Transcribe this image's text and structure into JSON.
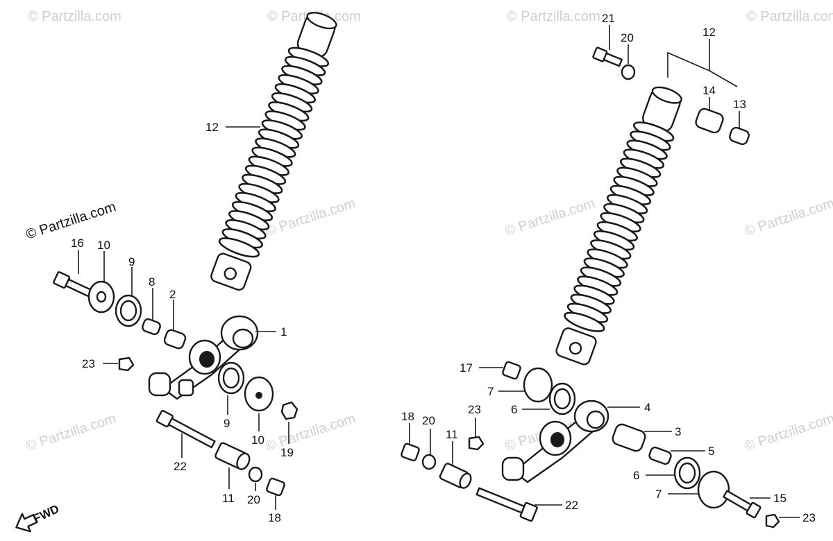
{
  "diagram": {
    "watermark_text": "© Partzilla.com",
    "copyright_text": "© Partzilla.com",
    "direction_label": "FWD",
    "callouts_left": {
      "c12": "12",
      "c16": "16",
      "c10a": "10",
      "c9a": "9",
      "c8": "8",
      "c2": "2",
      "c1": "1",
      "c23": "23",
      "c9b": "9",
      "c10b": "10",
      "c19": "19",
      "c22": "22",
      "c11": "11",
      "c20": "20",
      "c18": "18"
    },
    "callouts_right": {
      "c21": "21",
      "c20a": "20",
      "c12": "12",
      "c14": "14",
      "c13": "13",
      "c17": "17",
      "c7a": "7",
      "c6a": "6",
      "c4": "4",
      "c3": "3",
      "c5": "5",
      "c6b": "6",
      "c7b": "7",
      "c15": "15",
      "c23a": "23",
      "c23b": "23",
      "c18": "18",
      "c20b": "20",
      "c11": "11",
      "c22": "22"
    }
  }
}
